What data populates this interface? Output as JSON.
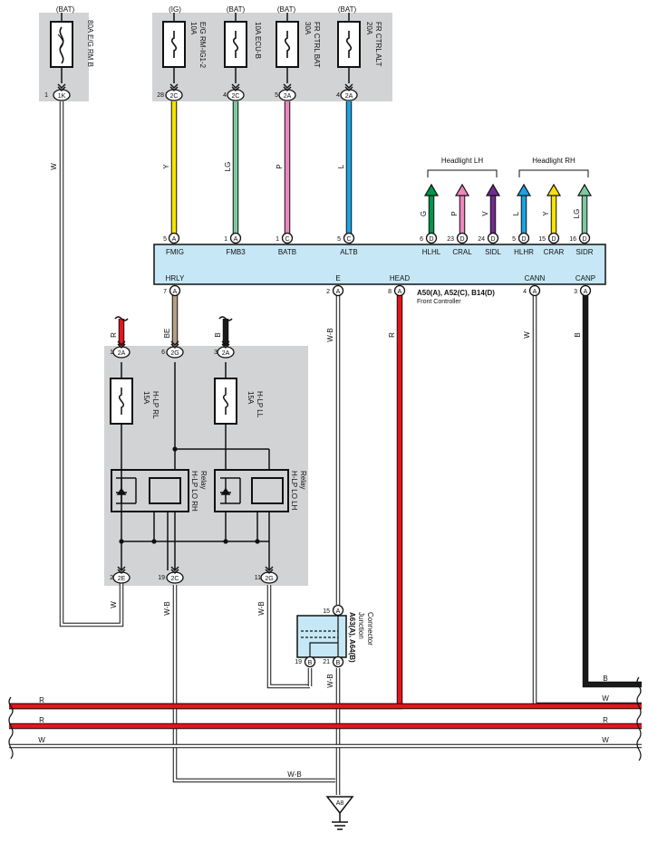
{
  "wire_colors": {
    "Y": "#f7e300",
    "LG": "#7cc9a0",
    "P": "#ee86bd",
    "L": "#1aa3e6",
    "G": "#00964b",
    "V": "#6f2c91",
    "R": "#e8141c",
    "B": "#1a1a1a",
    "W": "#ffffff",
    "BE": "#b4a085",
    "W-B": "#ffffff"
  },
  "box_colors": {
    "gray": "#d2d3d5",
    "controller": "#c6e7f6",
    "junction": "#c6e7f6"
  },
  "fuses_top": [
    {
      "source": "(BAT)",
      "label": "80A E/G RM B",
      "pin": "1",
      "conn": "1K"
    },
    {
      "source": "(IG)",
      "label": "10A E/G RM-IG1-2",
      "pin": "28",
      "conn": "2C"
    },
    {
      "source": "(BAT)",
      "label": "10A ECU-B",
      "pin": "4",
      "conn": "2C"
    },
    {
      "source": "(BAT)",
      "label": "30A FR CTRL BAT",
      "pin": "5",
      "conn": "2A"
    },
    {
      "source": "(BAT)",
      "label": "20A FR CTRL ALT",
      "pin": "4",
      "conn": "2A"
    }
  ],
  "fuse_lines": [
    [
      "80A E/G RM B"
    ],
    [
      "10A",
      "E/G RM-IG1-2"
    ],
    [
      "10A ECU-B"
    ],
    [
      "30A",
      "FR CTRL BAT"
    ],
    [
      "20A",
      "FR CTRL ALT"
    ]
  ],
  "wires_top": [
    "W",
    "Y",
    "LG",
    "P",
    "L"
  ],
  "controller": {
    "title": "A50(A), A52(C), B14(D)",
    "subtitle": "Front Controller",
    "top_pins": [
      {
        "pin": "5",
        "conn": "A",
        "name": "FMIG"
      },
      {
        "pin": "1",
        "conn": "A",
        "name": "FMB3"
      },
      {
        "pin": "1",
        "conn": "C",
        "name": "BATB"
      },
      {
        "pin": "5",
        "conn": "C",
        "name": "ALTB"
      },
      {
        "pin": "6",
        "conn": "D",
        "name": "HLHL"
      },
      {
        "pin": "23",
        "conn": "D",
        "name": "CRAL"
      },
      {
        "pin": "24",
        "conn": "D",
        "name": "SIDL"
      },
      {
        "pin": "5",
        "conn": "D",
        "name": "HLHR"
      },
      {
        "pin": "15",
        "conn": "D",
        "name": "CRAR"
      },
      {
        "pin": "16",
        "conn": "D",
        "name": "SIDR"
      }
    ],
    "bottom_pins": [
      {
        "pin": "7",
        "conn": "A",
        "name": "HRLY"
      },
      {
        "pin": "2",
        "conn": "A",
        "name": "E"
      },
      {
        "pin": "8",
        "conn": "A",
        "name": "HEAD"
      },
      {
        "pin": "4",
        "conn": "A",
        "name": "CANN"
      },
      {
        "pin": "3",
        "conn": "A",
        "name": "CANP"
      }
    ]
  },
  "headlights": {
    "lh_label": "Headlight LH",
    "rh_label": "Headlight RH",
    "wires": [
      "G",
      "P",
      "V",
      "L",
      "Y",
      "LG"
    ]
  },
  "bottom_wires": {
    "hrly": "BE",
    "e": "W-B",
    "head": "R",
    "cann": "W",
    "canp": "B"
  },
  "relay_box": {
    "inputs": [
      {
        "pin": "1",
        "conn": "2A",
        "wire": "R"
      },
      {
        "pin": "6",
        "conn": "2G",
        "wire": "BE"
      },
      {
        "pin": "3",
        "conn": "2A",
        "wire": "B"
      }
    ],
    "fuses": [
      "15A H-LP RL",
      "15A H-LP LL"
    ],
    "fuse_lines": [
      [
        "15A",
        "H-LP RL"
      ],
      [
        "15A",
        "H-LP LL"
      ]
    ],
    "relays": [
      "H-LP LO RH Relay",
      "H-LP LO LH Relay"
    ],
    "relay_lines": [
      [
        "H-LP LO RH",
        "Relay"
      ],
      [
        "H-LP LO LH",
        "Relay"
      ]
    ],
    "outputs": [
      {
        "pin": "2",
        "conn": "2E",
        "wire": "W"
      },
      {
        "pin": "19",
        "conn": "2C",
        "wire": "W-B"
      },
      {
        "pin": "11",
        "conn": "2G",
        "wire": "W-B"
      }
    ]
  },
  "junction": {
    "title": "A63(A), A64(B)",
    "subtitle": "Junction Connector",
    "sub_lines": [
      "Junction",
      "Connector"
    ],
    "pin_top": {
      "pin": "15",
      "conn": "A"
    },
    "pin_left": {
      "pin": "19",
      "conn": "B"
    },
    "pin_right": {
      "pin": "21",
      "conn": "B"
    },
    "out_wire": "W-B"
  },
  "bus": [
    {
      "wire": "R",
      "label_left": "R",
      "label_right": ""
    },
    {
      "wire": "R",
      "label_left": "R",
      "label_right": "R"
    },
    {
      "wire": "W",
      "label_left": "W",
      "label_right": "W"
    }
  ],
  "right_bus_labels": [
    "B",
    "W"
  ],
  "ground": {
    "label": "A8",
    "wire_label": "W-B"
  }
}
